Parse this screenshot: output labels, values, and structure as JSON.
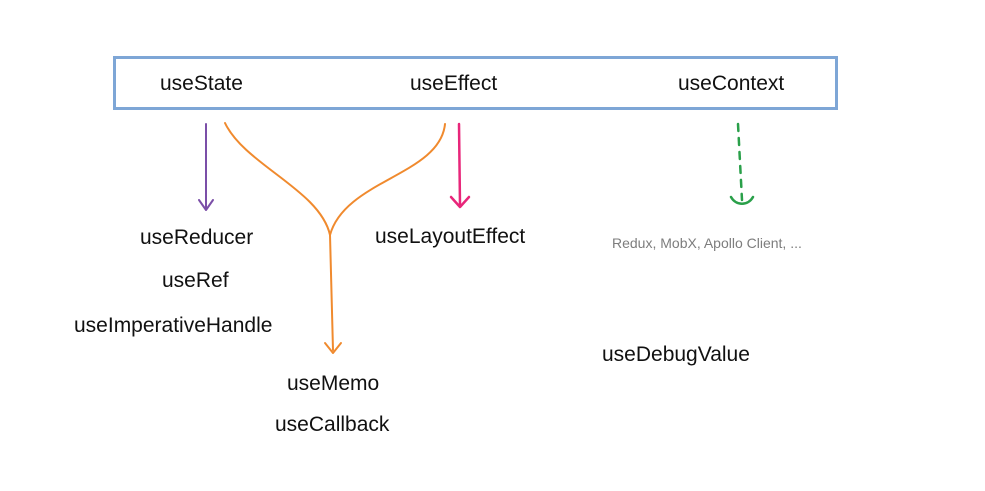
{
  "core_hooks": {
    "use_state": "useState",
    "use_effect": "useEffect",
    "use_context": "useContext"
  },
  "derived_hooks": {
    "use_reducer": "useReducer",
    "use_ref": "useRef",
    "use_imperative_handle": "useImperativeHandle",
    "use_layout_effect": "useLayoutEffect",
    "use_memo": "useMemo",
    "use_callback": "useCallback",
    "use_debug_value": "useDebugValue"
  },
  "context_alternatives": "Redux, MobX, Apollo Client, ...",
  "colors": {
    "box_border": "#7ea6d6",
    "state_to_reducer": "#7b4fa8",
    "memo_branch": "#f08a2e",
    "layout_effect": "#e8267a",
    "context_alternatives": "#2aa04a",
    "muted_text": "#7d7d7d"
  }
}
